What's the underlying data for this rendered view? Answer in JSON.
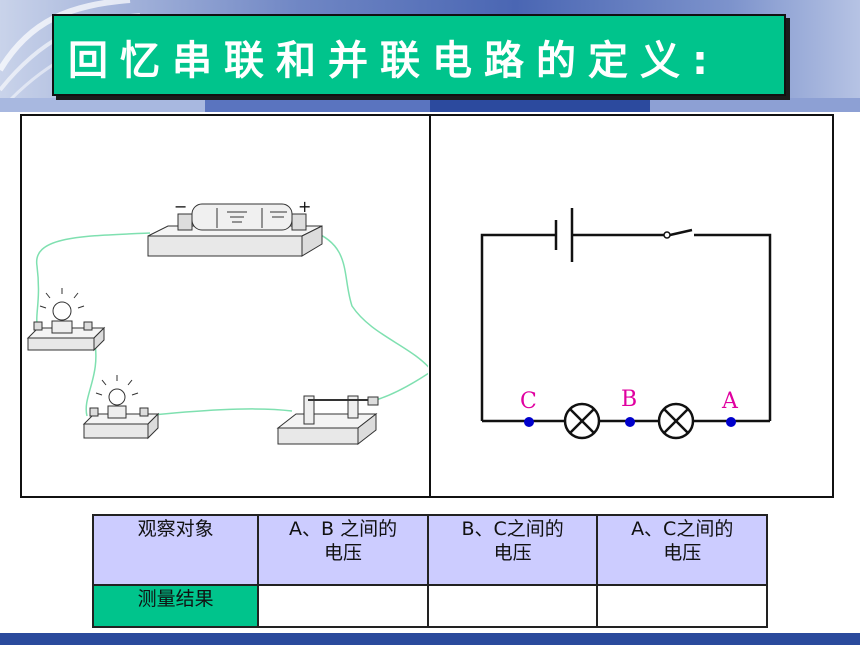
{
  "title": "回忆串联和并联电路的定义:",
  "diagram": {
    "left_panel": "physical circuit: battery, two bulbs, switch",
    "points": [
      "C",
      "B",
      "A"
    ],
    "point_color": "#0000cc",
    "label_color": "#e000a0",
    "wire_color": "#7fe0b0"
  },
  "table": {
    "row1": {
      "header": "观察对象",
      "col1_line1": "A、B 之间的",
      "col1_line2": "电压",
      "col2_line1": "B、C之间的",
      "col2_line2": "电压",
      "col3_line1": "A、C之间的",
      "col3_line2": "电压"
    },
    "row2": {
      "header": "测量结果",
      "col1": "",
      "col2": "",
      "col3": ""
    }
  },
  "colors": {
    "title_bg": "#00c48c",
    "table_header_bg": "#ccccff",
    "result_header_bg": "#00c48c"
  }
}
